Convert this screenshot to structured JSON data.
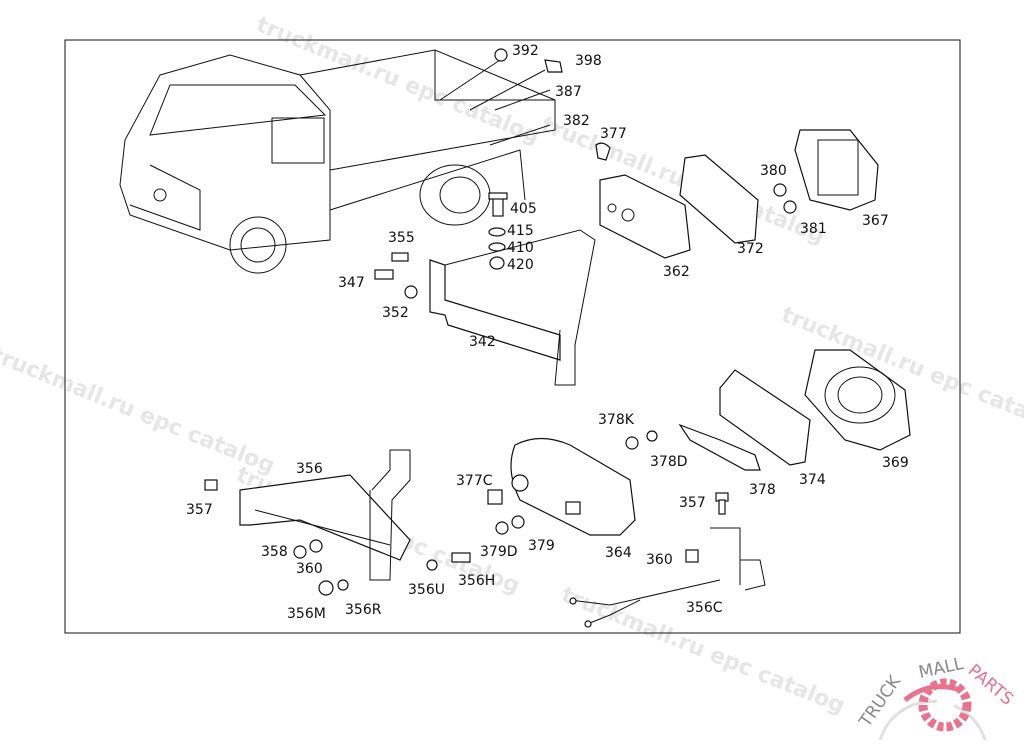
{
  "diagram": {
    "watermark": "truckmall.ru epc catalog",
    "logo": {
      "text_gray": "TRUCKMALL",
      "text_pink": "PARTS",
      "gray": "#888888",
      "pink": "#e8738f"
    },
    "labels": {
      "l392": "392",
      "l398": "398",
      "l387": "387",
      "l382": "382",
      "l377": "377",
      "l380": "380",
      "l381": "381",
      "l367": "367",
      "l372": "372",
      "l362": "362",
      "l405": "405",
      "l415": "415",
      "l410": "410",
      "l420": "420",
      "l355": "355",
      "l347": "347",
      "l352": "352",
      "l342": "342",
      "l378K": "378K",
      "l378D": "378D",
      "l378": "378",
      "l374": "374",
      "l369": "369",
      "l356": "356",
      "l357a": "357",
      "l377C": "377C",
      "l357b": "357",
      "l364": "364",
      "l379": "379",
      "l379D": "379D",
      "l360b": "360",
      "l358": "358",
      "l360a": "360",
      "l356U": "356U",
      "l356H": "356H",
      "l356M": "356M",
      "l356R": "356R",
      "l356C": "356C"
    }
  }
}
